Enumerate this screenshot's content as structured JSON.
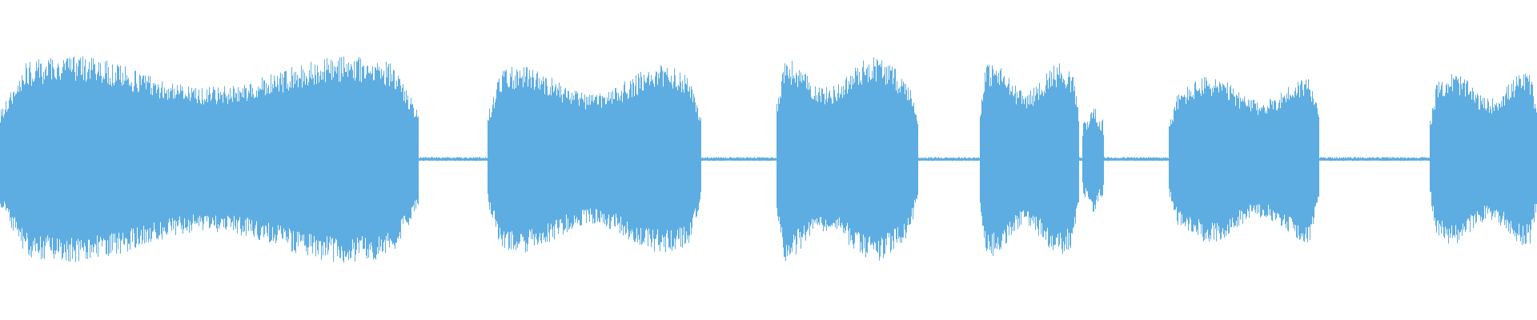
{
  "waveform": {
    "color": "#5dade2",
    "segments": [
      {
        "start": 0.0,
        "end": 0.272,
        "peak": 0.62
      },
      {
        "start": 0.317,
        "end": 0.456,
        "peak": 0.56
      },
      {
        "start": 0.505,
        "end": 0.597,
        "peak": 0.62
      },
      {
        "start": 0.637,
        "end": 0.702,
        "peak": 0.58
      },
      {
        "start": 0.704,
        "end": 0.718,
        "peak": 0.32
      },
      {
        "start": 0.76,
        "end": 0.858,
        "peak": 0.5
      },
      {
        "start": 0.93,
        "end": 1.0,
        "peak": 0.52
      }
    ],
    "silence_level": 0.01
  }
}
